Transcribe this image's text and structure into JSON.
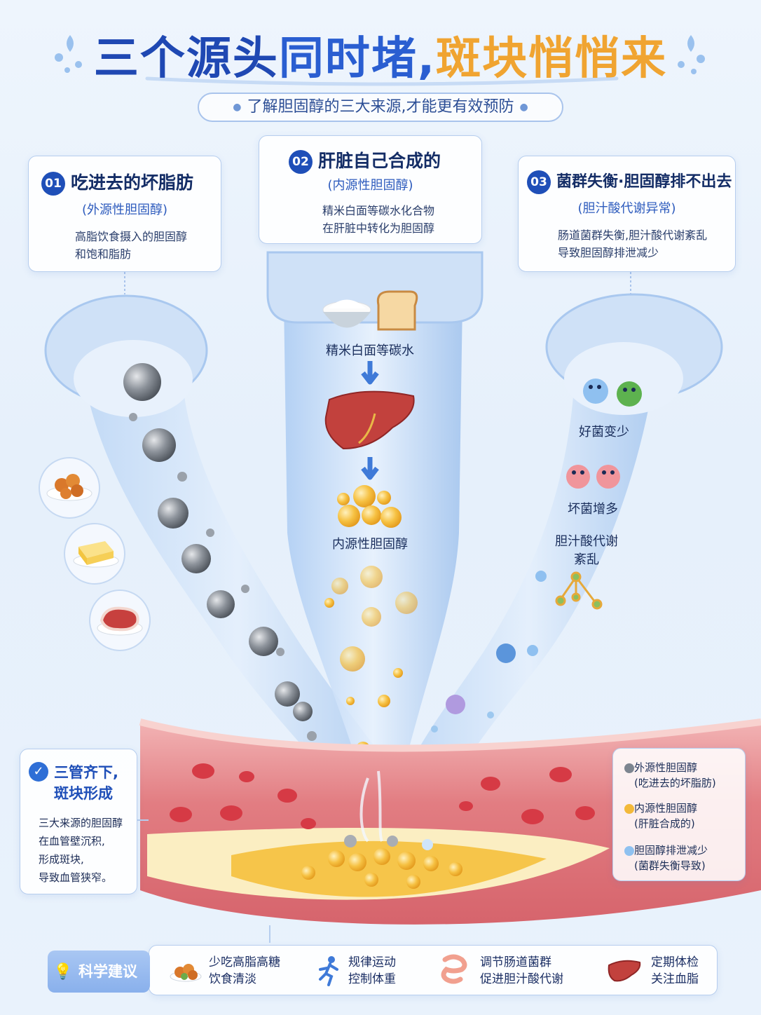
{
  "header": {
    "title_part1": "三个源头",
    "title_part2": "同时堵,",
    "title_part3": "斑块悄悄来",
    "subtitle": "了解胆固醇的三大来源,才能更有效预防"
  },
  "sources": [
    {
      "badge": "01",
      "title": "吃进去的坏脂肪",
      "subtitle": "(外源性胆固醇)",
      "desc_line1": "高脂饮食摄入的胆固醇",
      "desc_line2": "和饱和脂肪"
    },
    {
      "badge": "02",
      "title": "肝脏自己合成的",
      "subtitle": "(内源性胆固醇)",
      "desc_line1": "精米白面等碳水化合物",
      "desc_line2": "在肝脏中转化为胆固醇"
    },
    {
      "badge": "03",
      "title": "菌群失衡·胆固醇排不出去",
      "subtitle": "(胆汁酸代谢异常)",
      "desc_line1": "肠道菌群失衡,胆汁酸代谢紊乱",
      "desc_line2": "导致胆固醇排泄减少"
    }
  ],
  "pipe_labels": {
    "carbs": "精米白面等碳水",
    "endogenous": "内源性胆固醇",
    "good_bacteria": "好菌变少",
    "bad_bacteria": "坏菌增多",
    "bile_line1": "胆汁酸代谢",
    "bile_line2": "紊乱"
  },
  "conclusion": {
    "title_line1": "三管齐下,",
    "title_line2": "斑块形成",
    "desc_line1": "三大来源的胆固醇",
    "desc_line2": "在血管壁沉积,",
    "desc_line3": "形成斑块,",
    "desc_line4": "导致血管狭窄。"
  },
  "legend": [
    {
      "line1": "外源性胆固醇",
      "line2": "(吃进去的坏脂肪)",
      "color": "#7d8590"
    },
    {
      "line1": "内源性胆固醇",
      "line2": "(肝脏合成的)",
      "color": "#f3b93a"
    },
    {
      "line1": "胆固醇排泄减少",
      "line2": "(菌群失衡导致)",
      "color": "#8fc1f0"
    }
  ],
  "advice": {
    "label": "科学建议",
    "tips": [
      {
        "line1": "少吃高脂高糖",
        "line2": "饮食清淡",
        "icon": "food-icon"
      },
      {
        "line1": "规律运动",
        "line2": "控制体重",
        "icon": "running-icon"
      },
      {
        "line1": "调节肠道菌群",
        "line2": "促进胆汁酸代谢",
        "icon": "intestine-icon"
      },
      {
        "line1": "定期体检",
        "line2": "关注血脂",
        "icon": "liver-icon"
      }
    ]
  },
  "colors": {
    "title_dark": "#1f48b3",
    "title_gold": "#f0a431",
    "badge": "#1f4fb8",
    "vessel": "#d9656f",
    "plaque": "#f6c54a"
  }
}
